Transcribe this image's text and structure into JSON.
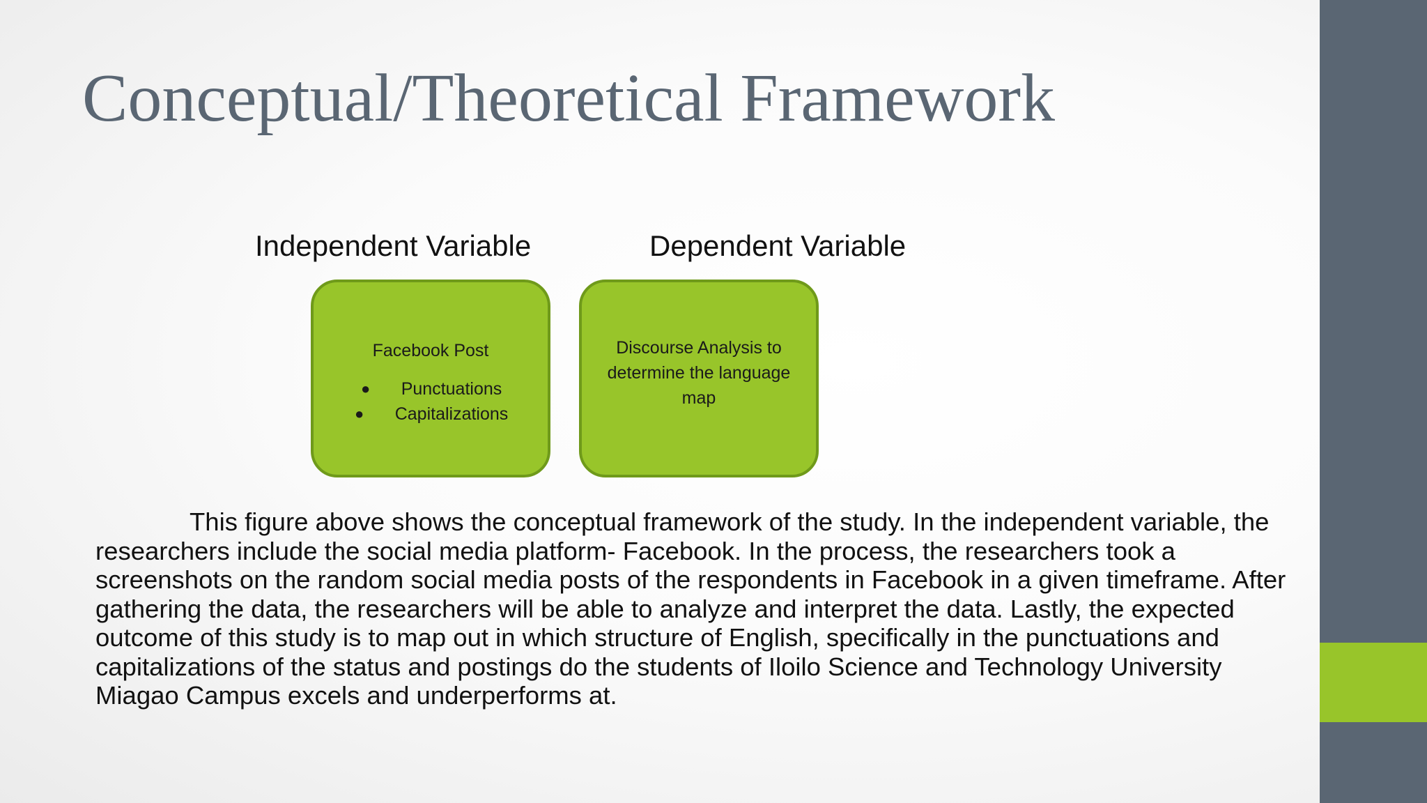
{
  "slide": {
    "title": "Conceptual/Theoretical Framework"
  },
  "diagram": {
    "independent": {
      "label": "Independent Variable",
      "heading": "Facebook Post",
      "bullets": [
        "Punctuations",
        "Capitalizations"
      ]
    },
    "dependent": {
      "label": "Dependent Variable",
      "body": "Discourse Analysis to determine the language map"
    },
    "box_color": "#98c52a",
    "box_border_color": "#6f9a1a"
  },
  "description": "This figure above shows the conceptual framework of the study. In the independent variable, the researchers include the social media platform- Facebook. In the process, the researchers took a screenshots on the random social media posts of the respondents in Facebook in a given timeframe. After gathering the data, the researchers will be able to analyze and interpret the data. Lastly, the expected outcome of this study is to map out in which structure of English, specifically in the punctuations and capitalizations of the status and postings do the students of Iloilo Science and Technology University Miagao Campus excels and underperforms at.",
  "theme": {
    "sidebar_color": "#5a6673",
    "accent_color": "#98c52a"
  }
}
